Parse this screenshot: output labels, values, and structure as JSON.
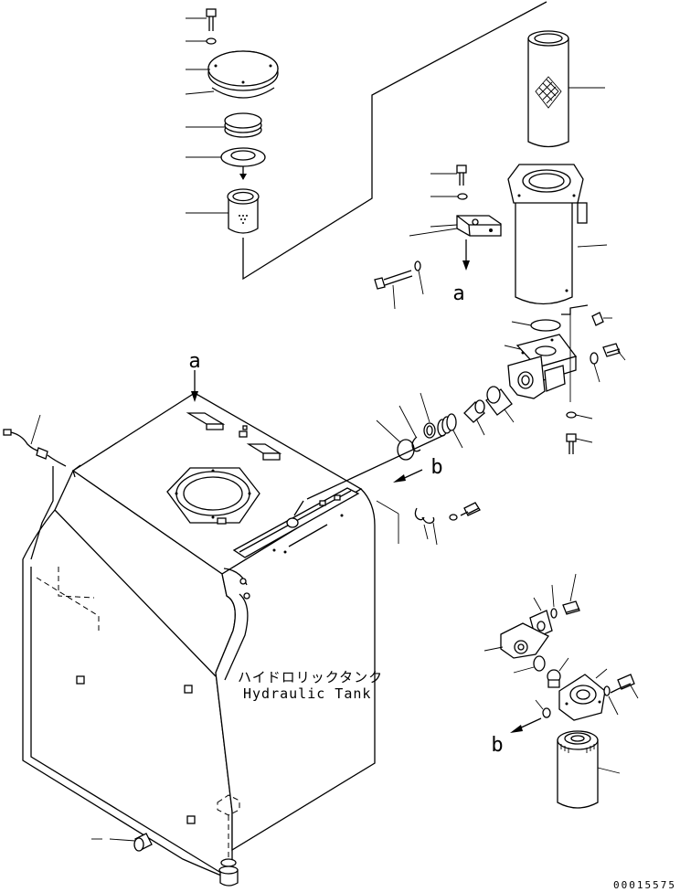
{
  "tank_label": {
    "japanese": "ハイドロリックタンク",
    "english": "Hydraulic Tank"
  },
  "view_markers": {
    "a": "a",
    "b": "b"
  },
  "drawing_number": "00015575",
  "colors": {
    "ink": "#000000",
    "paper": "#ffffff"
  }
}
